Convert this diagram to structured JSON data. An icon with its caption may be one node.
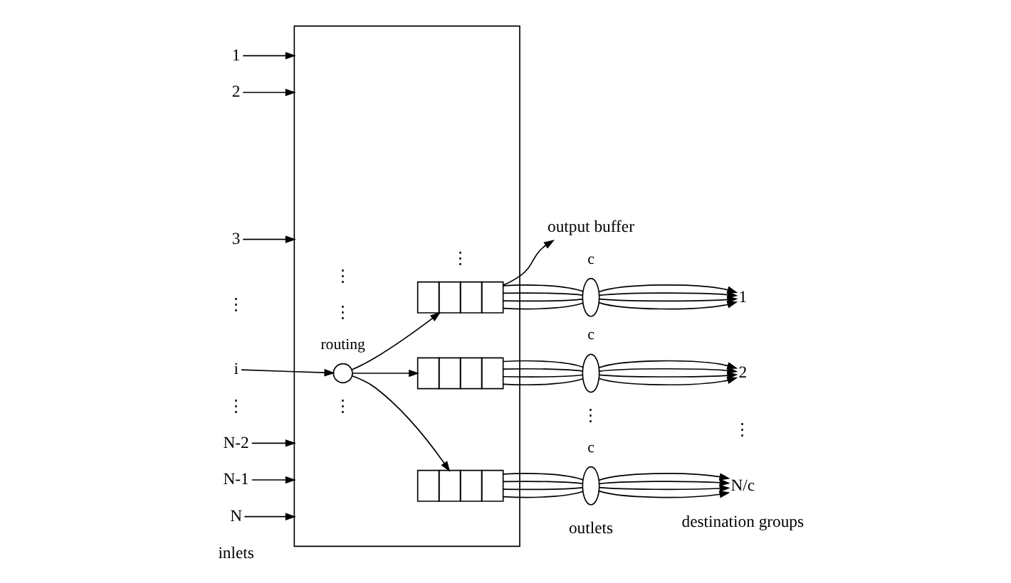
{
  "diagram": {
    "nodes": [
      {
        "text": [],
        "shape": "box"
      },
      {
        "text": [
          "1"
        ]
      },
      {
        "text": [
          "2"
        ]
      },
      {
        "text": [
          "3"
        ]
      },
      {
        "text": [
          "i"
        ]
      },
      {
        "text": [
          "N-2"
        ]
      },
      {
        "text": [
          "N-1"
        ]
      },
      {
        "text": [
          "N"
        ]
      },
      {
        "text": [],
        "shape": "circle",
        "in": 0,
        "beside": [
          "routing"
        ]
      },
      {
        "text": [],
        "shape": "bar",
        "in": 0
      },
      {
        "text": [],
        "shape": "bar",
        "in": 0
      },
      {
        "text": [],
        "shape": "bar",
        "in": 0
      },
      {
        "text": [
          "output buffer"
        ]
      },
      {
        "text": [],
        "shape": "ellipse",
        "beside": [
          "c"
        ]
      },
      {
        "text": [],
        "shape": "ellipse",
        "beside": [
          "c"
        ]
      },
      {
        "text": [],
        "shape": "ellipse",
        "beside": [
          "c"
        ]
      },
      {
        "text": [
          "1"
        ]
      },
      {
        "text": [
          "2"
        ]
      },
      {
        "text": [
          "N/c"
        ]
      }
    ],
    "edges": [
      {
        "from": 1,
        "to": 0,
        "arrow": "to"
      },
      {
        "from": 2,
        "to": 0,
        "arrow": "to"
      },
      {
        "from": 3,
        "to": 0,
        "arrow": "to"
      },
      {
        "from": 4,
        "to": 8,
        "arrow": "to"
      },
      {
        "from": 5,
        "to": 0,
        "arrow": "to"
      },
      {
        "from": 6,
        "to": 0,
        "arrow": "to"
      },
      {
        "from": 7,
        "to": 0,
        "arrow": "to"
      },
      {
        "from": 8,
        "to": 9,
        "arrow": "to"
      },
      {
        "from": 8,
        "to": 10,
        "arrow": "to"
      },
      {
        "from": 8,
        "to": 11,
        "arrow": "to"
      },
      {
        "from": 9,
        "to": 12,
        "arrow": "to"
      },
      {
        "from": 9,
        "to": 13,
        "arrow": "none"
      },
      {
        "from": 9,
        "to": 13,
        "arrow": "none"
      },
      {
        "from": 9,
        "to": 13,
        "arrow": "none"
      },
      {
        "from": 9,
        "to": 13,
        "arrow": "none"
      },
      {
        "from": 13,
        "to": 16,
        "arrow": "to"
      },
      {
        "from": 13,
        "to": 16,
        "arrow": "to"
      },
      {
        "from": 13,
        "to": 16,
        "arrow": "to"
      },
      {
        "from": 13,
        "to": 16,
        "arrow": "to"
      },
      {
        "from": 10,
        "to": 14,
        "arrow": "none"
      },
      {
        "from": 10,
        "to": 14,
        "arrow": "none"
      },
      {
        "from": 10,
        "to": 14,
        "arrow": "none"
      },
      {
        "from": 10,
        "to": 14,
        "arrow": "none"
      },
      {
        "from": 14,
        "to": 17,
        "arrow": "to"
      },
      {
        "from": 14,
        "to": 17,
        "arrow": "to"
      },
      {
        "from": 14,
        "to": 17,
        "arrow": "to"
      },
      {
        "from": 14,
        "to": 17,
        "arrow": "to"
      },
      {
        "from": 11,
        "to": 15,
        "arrow": "none"
      },
      {
        "from": 11,
        "to": 15,
        "arrow": "none"
      },
      {
        "from": 11,
        "to": 15,
        "arrow": "none"
      },
      {
        "from": 11,
        "to": 15,
        "arrow": "none"
      },
      {
        "from": 15,
        "to": 18,
        "arrow": "to"
      },
      {
        "from": 15,
        "to": 18,
        "arrow": "to"
      },
      {
        "from": 15,
        "to": 18,
        "arrow": "to"
      },
      {
        "from": 15,
        "to": 18,
        "arrow": "to"
      }
    ],
    "labels": [
      "⋮",
      "⋮",
      "⋮",
      "⋮",
      "⋮",
      "⋮",
      "⋮",
      "⋮",
      "inlets",
      "outlets",
      "destination groups"
    ]
  }
}
